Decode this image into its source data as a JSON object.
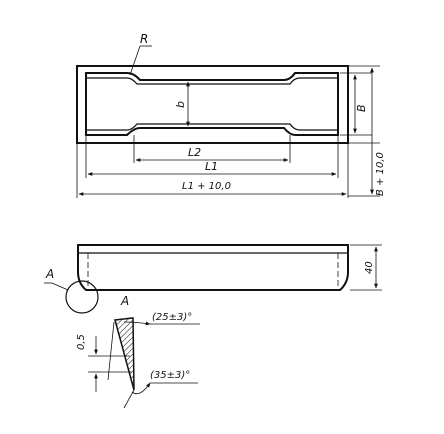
{
  "labels": {
    "radius": "R",
    "width_narrow": "b",
    "width_full": "B",
    "height_total": "B + 10,0",
    "length_gauge": "L2",
    "length_1": "L1",
    "length_total": "L1 + 10,0",
    "thickness": "40",
    "detail_callout": "A",
    "detail_title": "A",
    "offset": "0,5",
    "angle_upper": "(25±3)°",
    "angle_lower": "(35±3)°"
  }
}
